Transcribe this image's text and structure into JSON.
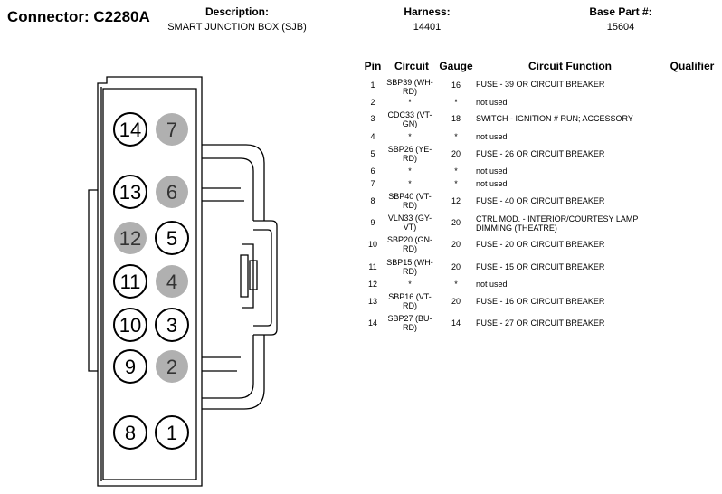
{
  "header": {
    "connector": "Connector: C2280A",
    "description_label": "Description:",
    "description": "SMART JUNCTION BOX (SJB)",
    "harness_label": "Harness:",
    "harness": "14401",
    "base_part_label": "Base Part #:",
    "base_part": "15604"
  },
  "table": {
    "headers": {
      "pin": "Pin",
      "circuit": "Circuit",
      "gauge": "Gauge",
      "function": "Circuit Function",
      "qualifier": "Qualifier"
    },
    "rows": [
      {
        "pin": "1",
        "circuit": "SBP39 (WH-RD)",
        "gauge": "16",
        "function": "FUSE - 39 OR CIRCUIT BREAKER",
        "qualifier": ""
      },
      {
        "pin": "2",
        "circuit": "*",
        "gauge": "*",
        "function": "not used",
        "qualifier": ""
      },
      {
        "pin": "3",
        "circuit": "CDC33 (VT-GN)",
        "gauge": "18",
        "function": "SWITCH - IGNITION # RUN; ACCESSORY",
        "qualifier": ""
      },
      {
        "pin": "4",
        "circuit": "*",
        "gauge": "*",
        "function": "not used",
        "qualifier": ""
      },
      {
        "pin": "5",
        "circuit": "SBP26 (YE-RD)",
        "gauge": "20",
        "function": "FUSE - 26 OR CIRCUIT BREAKER",
        "qualifier": ""
      },
      {
        "pin": "6",
        "circuit": "*",
        "gauge": "*",
        "function": "not used",
        "qualifier": ""
      },
      {
        "pin": "7",
        "circuit": "*",
        "gauge": "*",
        "function": "not used",
        "qualifier": ""
      },
      {
        "pin": "8",
        "circuit": "SBP40 (VT-RD)",
        "gauge": "12",
        "function": "FUSE - 40 OR CIRCUIT BREAKER",
        "qualifier": ""
      },
      {
        "pin": "9",
        "circuit": "VLN33 (GY-VT)",
        "gauge": "20",
        "function": "CTRL MOD. - INTERIOR/COURTESY LAMP DIMMING (THEATRE)",
        "qualifier": ""
      },
      {
        "pin": "10",
        "circuit": "SBP20 (GN-RD)",
        "gauge": "20",
        "function": "FUSE - 20 OR CIRCUIT BREAKER",
        "qualifier": ""
      },
      {
        "pin": "11",
        "circuit": "SBP15 (WH-RD)",
        "gauge": "20",
        "function": "FUSE - 15 OR CIRCUIT BREAKER",
        "qualifier": ""
      },
      {
        "pin": "12",
        "circuit": "*",
        "gauge": "*",
        "function": "not used",
        "qualifier": ""
      },
      {
        "pin": "13",
        "circuit": "SBP16 (VT-RD)",
        "gauge": "20",
        "function": "FUSE - 16 OR CIRCUIT BREAKER",
        "qualifier": ""
      },
      {
        "pin": "14",
        "circuit": "SBP27 (BU-RD)",
        "gauge": "14",
        "function": "FUSE - 27 OR CIRCUIT BREAKER",
        "qualifier": ""
      }
    ]
  },
  "diagram": {
    "pins": [
      {
        "label": "14",
        "used": true
      },
      {
        "label": "7",
        "used": false
      },
      {
        "label": "13",
        "used": true
      },
      {
        "label": "6",
        "used": false
      },
      {
        "label": "12",
        "used": false
      },
      {
        "label": "5",
        "used": true
      },
      {
        "label": "11",
        "used": true
      },
      {
        "label": "4",
        "used": false
      },
      {
        "label": "10",
        "used": true
      },
      {
        "label": "3",
        "used": true
      },
      {
        "label": "9",
        "used": true
      },
      {
        "label": "2",
        "used": false
      },
      {
        "label": "8",
        "used": true
      },
      {
        "label": "1",
        "used": true
      }
    ],
    "colors": {
      "used_fill": "#ffffff",
      "unused_fill": "#b0b0b0",
      "line": "#000000"
    }
  }
}
